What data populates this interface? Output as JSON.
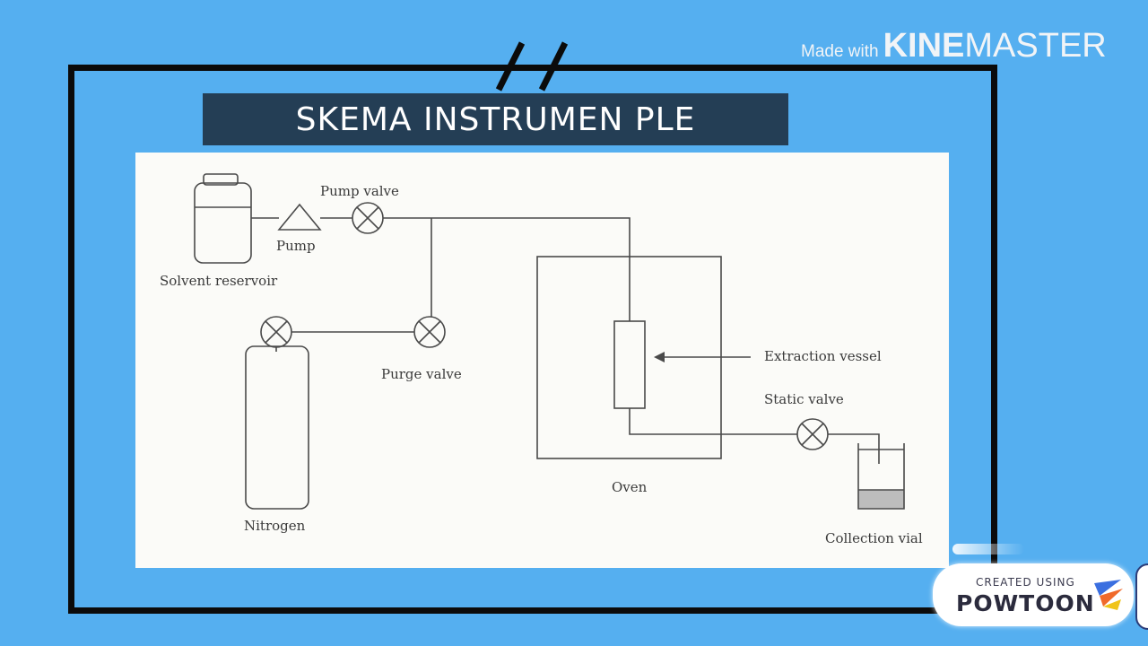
{
  "title": "SKEMA INSTRUMEN PLE",
  "labels": {
    "pump_valve": "Pump valve",
    "pump": "Pump",
    "solvent_reservoir": "Solvent reservoir",
    "purge_valve": "Purge valve",
    "nitrogen": "Nitrogen",
    "oven": "Oven",
    "extraction_vessel": "Extraction vessel",
    "static_valve": "Static valve",
    "collection_vial": "Collection vial"
  },
  "watermarks": {
    "made_with": "Made with",
    "kine": "KINE",
    "master": "MASTER",
    "created_using": "CREATED USING",
    "powtoon": "POWTOON"
  },
  "colors": {
    "background": "#55aff0",
    "title_bar": "#243e55",
    "diagram_bg": "#fbfbf8",
    "line": "#4a4a4a",
    "vial_liquid": "#bdbdbd"
  }
}
